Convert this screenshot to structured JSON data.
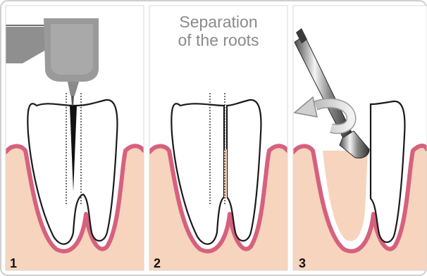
{
  "title": {
    "line1": "Separation",
    "line2": "of the roots"
  },
  "panels": [
    {
      "number": "1"
    },
    {
      "number": "2"
    },
    {
      "number": "3"
    }
  ],
  "colors": {
    "gum": "#f7d4bd",
    "gum_outline": "#d6617e",
    "tooth": "#ffffff",
    "tooth_outline": "#1a1a1a",
    "instrument": "#9a9a9a",
    "border": "#c8c8c8"
  }
}
